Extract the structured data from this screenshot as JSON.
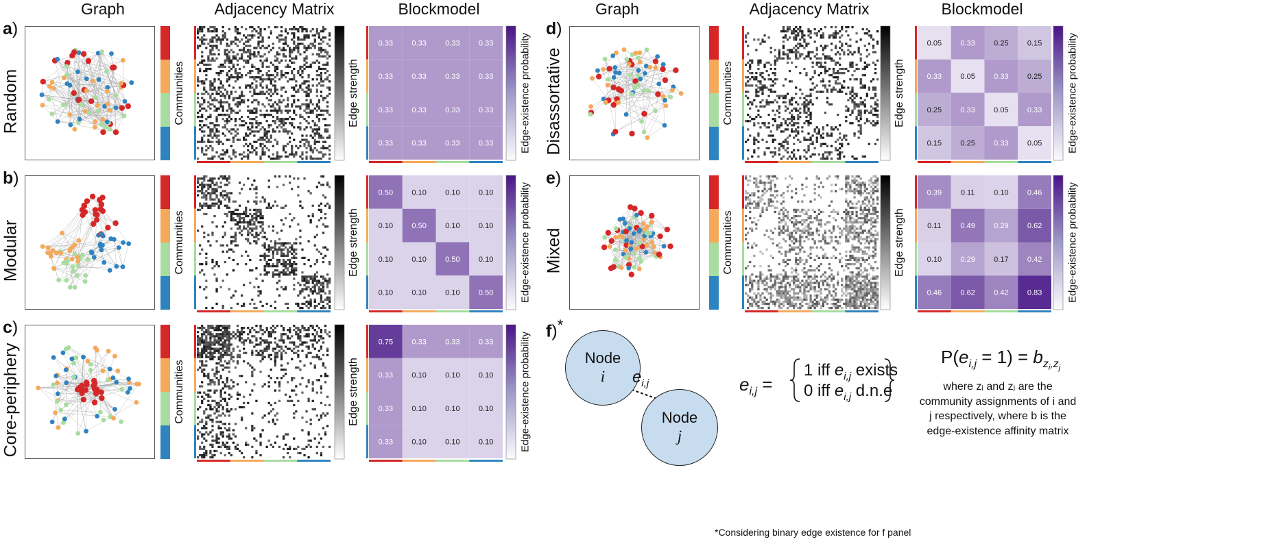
{
  "headers": {
    "graph": "Graph",
    "adjacency": "Adjacency Matrix",
    "blockmodel": "Blockmodel"
  },
  "side_labels": {
    "communities": "Communities",
    "edge_strength": "Edge strength",
    "edge_prob": "Edge-existence probability"
  },
  "community_colors": [
    "#d62728",
    "#f5a95a",
    "#a8dca0",
    "#2f84c0"
  ],
  "panels": [
    {
      "letter": "a",
      "name": "Random",
      "scheme": "random",
      "block": [
        [
          0.33,
          0.33,
          0.33,
          0.33
        ],
        [
          0.33,
          0.33,
          0.33,
          0.33
        ],
        [
          0.33,
          0.33,
          0.33,
          0.33
        ],
        [
          0.33,
          0.33,
          0.33,
          0.33
        ]
      ],
      "block_text": [
        [
          "0.33",
          "0.33",
          "0.33",
          "0.33"
        ],
        [
          "0.33",
          "0.33",
          "0.33",
          "0.33"
        ],
        [
          "0.33",
          "0.33",
          "0.33",
          "0.33"
        ],
        [
          "0.33",
          "0.33",
          "0.33",
          "0.33"
        ]
      ]
    },
    {
      "letter": "b",
      "name": "Modular",
      "scheme": "modular",
      "block": [
        [
          0.5,
          0.1,
          0.1,
          0.1
        ],
        [
          0.1,
          0.5,
          0.1,
          0.1
        ],
        [
          0.1,
          0.1,
          0.5,
          0.1
        ],
        [
          0.1,
          0.1,
          0.1,
          0.5
        ]
      ],
      "block_text": [
        [
          "0.50",
          "0.10",
          "0.10",
          "0.10"
        ],
        [
          "0.10",
          "0.50",
          "0.10",
          "0.10"
        ],
        [
          "0.10",
          "0.10",
          "0.50",
          "0.10"
        ],
        [
          "0.10",
          "0.10",
          "0.10",
          "0.50"
        ]
      ]
    },
    {
      "letter": "c",
      "name": "Core-periphery",
      "scheme": "core",
      "block": [
        [
          0.75,
          0.33,
          0.33,
          0.33
        ],
        [
          0.33,
          0.1,
          0.1,
          0.1
        ],
        [
          0.33,
          0.1,
          0.1,
          0.1
        ],
        [
          0.33,
          0.1,
          0.1,
          0.1
        ]
      ],
      "block_text": [
        [
          "0.75",
          "0.33",
          "0.33",
          "0.33"
        ],
        [
          "0.33",
          "0.10",
          "0.10",
          "0.10"
        ],
        [
          "0.33",
          "0.10",
          "0.10",
          "0.10"
        ],
        [
          "0.33",
          "0.10",
          "0.10",
          "0.10"
        ]
      ]
    },
    {
      "letter": "d",
      "name": "Disassortative",
      "scheme": "disassortative",
      "block": [
        [
          0.05,
          0.33,
          0.25,
          0.15
        ],
        [
          0.33,
          0.05,
          0.33,
          0.25
        ],
        [
          0.25,
          0.33,
          0.05,
          0.33
        ],
        [
          0.15,
          0.25,
          0.33,
          0.05
        ]
      ],
      "block_text": [
        [
          "0.05",
          "0.33",
          "0.25",
          "0.15"
        ],
        [
          "0.33",
          "0.05",
          "0.33",
          "0.25"
        ],
        [
          "0.25",
          "0.33",
          "0.05",
          "0.33"
        ],
        [
          "0.15",
          "0.25",
          "0.33",
          "0.05"
        ]
      ]
    },
    {
      "letter": "e",
      "name": "Mixed",
      "scheme": "mixed",
      "block": [
        [
          0.39,
          0.11,
          0.1,
          0.46
        ],
        [
          0.11,
          0.49,
          0.29,
          0.62
        ],
        [
          0.1,
          0.29,
          0.17,
          0.42
        ],
        [
          0.46,
          0.62,
          0.42,
          0.83
        ]
      ],
      "block_text": [
        [
          "0.39",
          "0.11",
          "0.10",
          "0.46"
        ],
        [
          "0.11",
          "0.49",
          "0.29",
          "0.62"
        ],
        [
          "0.10",
          "0.29",
          "0.17",
          "0.42"
        ],
        [
          "0.46",
          "0.62",
          "0.42",
          "0.83"
        ]
      ]
    }
  ],
  "panel_f": {
    "letter": "f",
    "asterisk": "*",
    "node_word": "Node",
    "node_i": "i",
    "node_j": "j",
    "edge_label_e": "e",
    "edge_label_sub": "i,j",
    "def_exists": "1 iff",
    "def_exists_tail": "exists",
    "def_dne": "0 iff",
    "def_dne_tail": "d.n.e",
    "prob_formula_left": "P(",
    "prob_formula_mid": " = 1) = ",
    "explanation": "where zᵢ and zⱼ are the community assignments of i and j respectively, where b is the edge-existence affinity matrix",
    "footnote": "*Considering binary edge existence for f panel"
  }
}
